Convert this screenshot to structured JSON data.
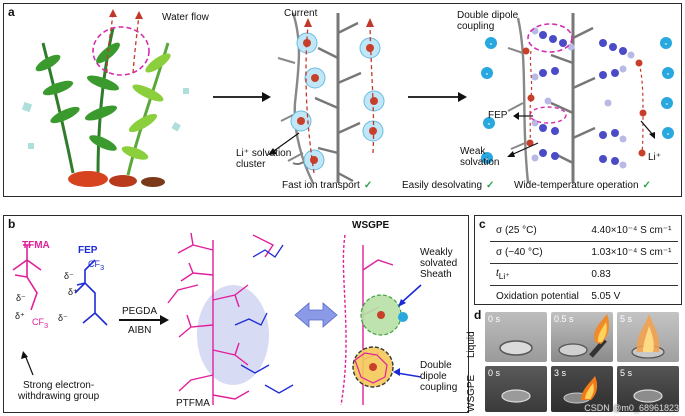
{
  "panel_a": {
    "label": "a",
    "water_flow": "Water flow",
    "current": "Current",
    "double_dipole": "Double dipole\ncoupling",
    "fep": "FEP",
    "li_solvation": "Li⁺ solvation\ncluster",
    "weak_solvation": "Weak\nsolvation",
    "li_plus": "Li⁺",
    "benefits": [
      "Fast ion transport",
      "Easily desolvating",
      "Wide-temperature operation"
    ],
    "check_symbol": "✓"
  },
  "panel_b": {
    "label": "b",
    "tfma": "TFMA",
    "fep": "FEP",
    "pegda": "PEGDA",
    "aibn": "AIBN",
    "ptfma": "PTFMA",
    "wsgpe": "WSGPE",
    "weakly_solvated": "Weakly\nsolvated\nSheath",
    "double_dipole": "Double\ndipole\ncoupling",
    "strong_ewg": "Strong electron-\nwithdrawing group",
    "cf3": "CF",
    "cf3_sub": "3",
    "delta_minus": "δ⁻",
    "delta_plus": "δ⁺"
  },
  "panel_c": {
    "label": "c",
    "rows": [
      {
        "prop": "σ (25 °C)",
        "value": "4.40×10⁻⁴ S cm⁻¹"
      },
      {
        "prop": "σ (−40 °C)",
        "value": "1.03×10⁻⁴ S cm⁻¹"
      },
      {
        "prop": "t",
        "sub": "Li⁺",
        "value": "0.83"
      },
      {
        "prop": "Oxidation potential",
        "value": "5.05 V"
      }
    ]
  },
  "panel_d": {
    "label": "d",
    "rows": [
      "Liquid",
      "WSGPE"
    ],
    "liquid_times": [
      "0 s",
      "0.5 s",
      "5 s"
    ],
    "wsgpe_times": [
      "0 s",
      "3 s",
      "5 s"
    ],
    "watermark": "CSDN @m0_68961823"
  },
  "colors": {
    "magenta": "#e0209a",
    "blue": "#1d2bd6",
    "red_arrow": "#c0392b",
    "green_check": "#2ea04a",
    "ion_red": "#c8402a",
    "ion_shell": "#8fd0ee",
    "anion": "#29a8e0"
  }
}
